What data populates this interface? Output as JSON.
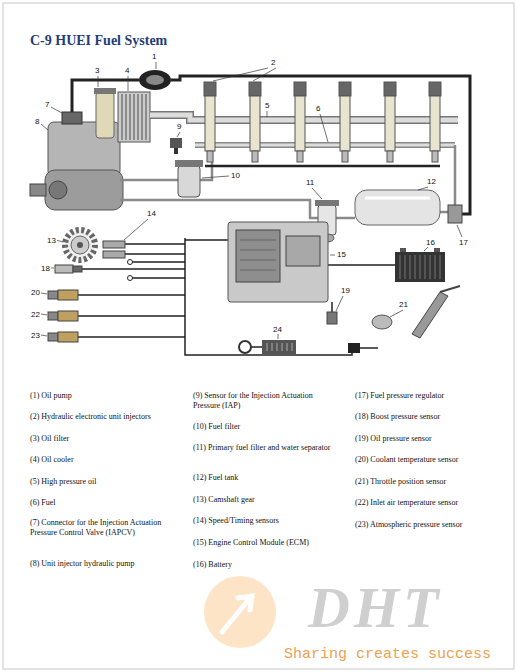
{
  "diagram": {
    "title": "C-9 HUEI Fuel System",
    "labels": [
      "1",
      "2",
      "3",
      "4",
      "5",
      "6",
      "7",
      "8",
      "9",
      "10",
      "11",
      "12",
      "13",
      "14",
      "15",
      "16",
      "17",
      "18",
      "19",
      "20",
      "21",
      "22",
      "23",
      "24",
      "(1) Oil pump",
      "(2) Hydraulic electronic unit injectors",
      "(3) Oil filter",
      "(4) Oil cooler",
      "(5) High pressure oil",
      "(6) Fuel",
      "(7) Connector for the Injection Actuation Pressure Control Valve (IAPCV)",
      "(8) Unit injector hydraulic pump",
      "(9) Sensor for the Injection Actuation Pressure (IAP)",
      "(10) Fuel filter",
      "(11) Primary fuel filter and water separator",
      "(12) Fuel tank",
      "(13) Camshaft gear",
      "(14) Speed/Timing sensors",
      "(15) Engine Control Module (ECM)",
      "(16) Battery",
      "(17) Fuel pressure regulator",
      "(18) Boost pressure sensor",
      "(19) Oil pressure sensor",
      "(20) Coolant temperature sensor",
      "(21) Throttle position sensor",
      "(22) Inlet air temperature sensor",
      "(23) Atmospheric pressure sensor",
      "DHT",
      "Sharing creates success"
    ]
  }
}
